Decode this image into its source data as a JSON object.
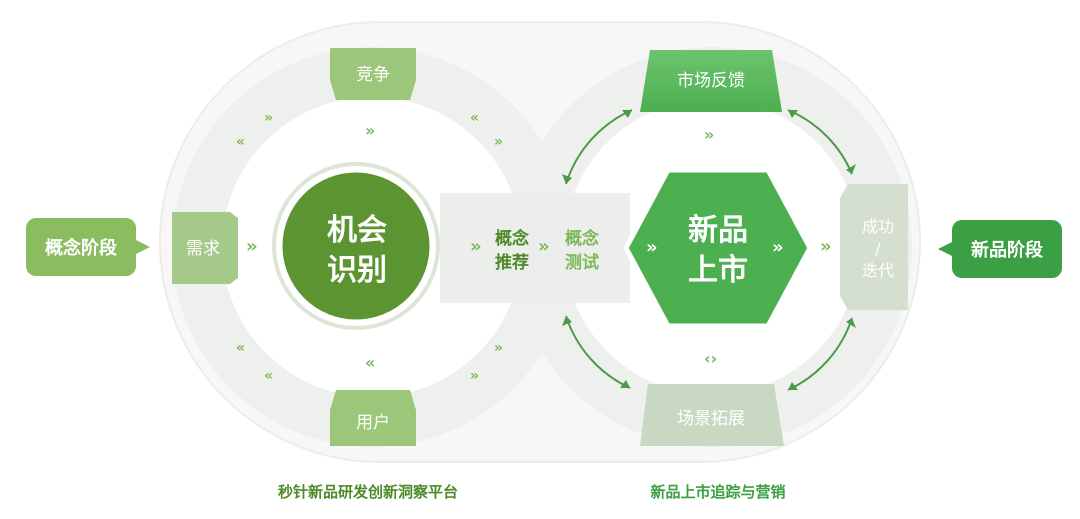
{
  "left_stage": {
    "label": "概念阶段"
  },
  "right_stage": {
    "label": "新品阶段"
  },
  "left_gear": {
    "center_line1": "机会",
    "center_line2": "识别",
    "top_tab": "竞争",
    "left_tab": "需求",
    "bottom_tab": "用户"
  },
  "bridge": {
    "recommend_line1": "概念",
    "recommend_line2": "推荐",
    "test_line1": "概念",
    "test_line2": "测试"
  },
  "right_gear": {
    "center_line1": "新品",
    "center_line2": "上市",
    "top_tab": "市场反馈",
    "bottom_tab": "场景拓展",
    "right_line1": "成功",
    "right_line2": "/",
    "right_line3": "迭代"
  },
  "captions": {
    "left": "秒针新品研发创新洞察平台",
    "right": "新品上市追踪与营销"
  },
  "colors": {
    "dark_green": "#5c9632",
    "mid_green": "#4caf50",
    "light_green": "#8fbf6a",
    "pale_green": "#bcd6a6",
    "gray_green": "#c9d8c4",
    "bg_gray": "#eef0ee"
  }
}
